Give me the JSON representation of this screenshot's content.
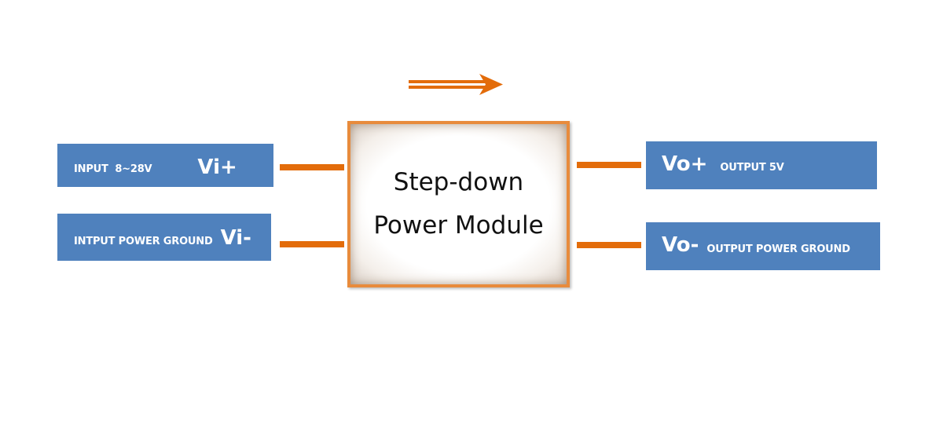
{
  "module": {
    "line1": "Step-down",
    "line2": "Power Module"
  },
  "inputs": {
    "positive": {
      "desc": "INPUT  8~28V",
      "pin": "Vi+"
    },
    "negative": {
      "desc": "INTPUT POWER GROUND",
      "pin": "Vi-"
    }
  },
  "outputs": {
    "positive": {
      "pin": "Vo+",
      "desc": "OUTPUT 5V"
    },
    "negative": {
      "pin": "Vo-",
      "desc": "OUTPUT POWER GROUND"
    }
  },
  "colors": {
    "label_fill": "#4f81bd",
    "wire": "#e36c0a",
    "module_border": "#e88b3c"
  },
  "icons": {
    "flow_arrow": "double-line-right-arrow-icon"
  }
}
